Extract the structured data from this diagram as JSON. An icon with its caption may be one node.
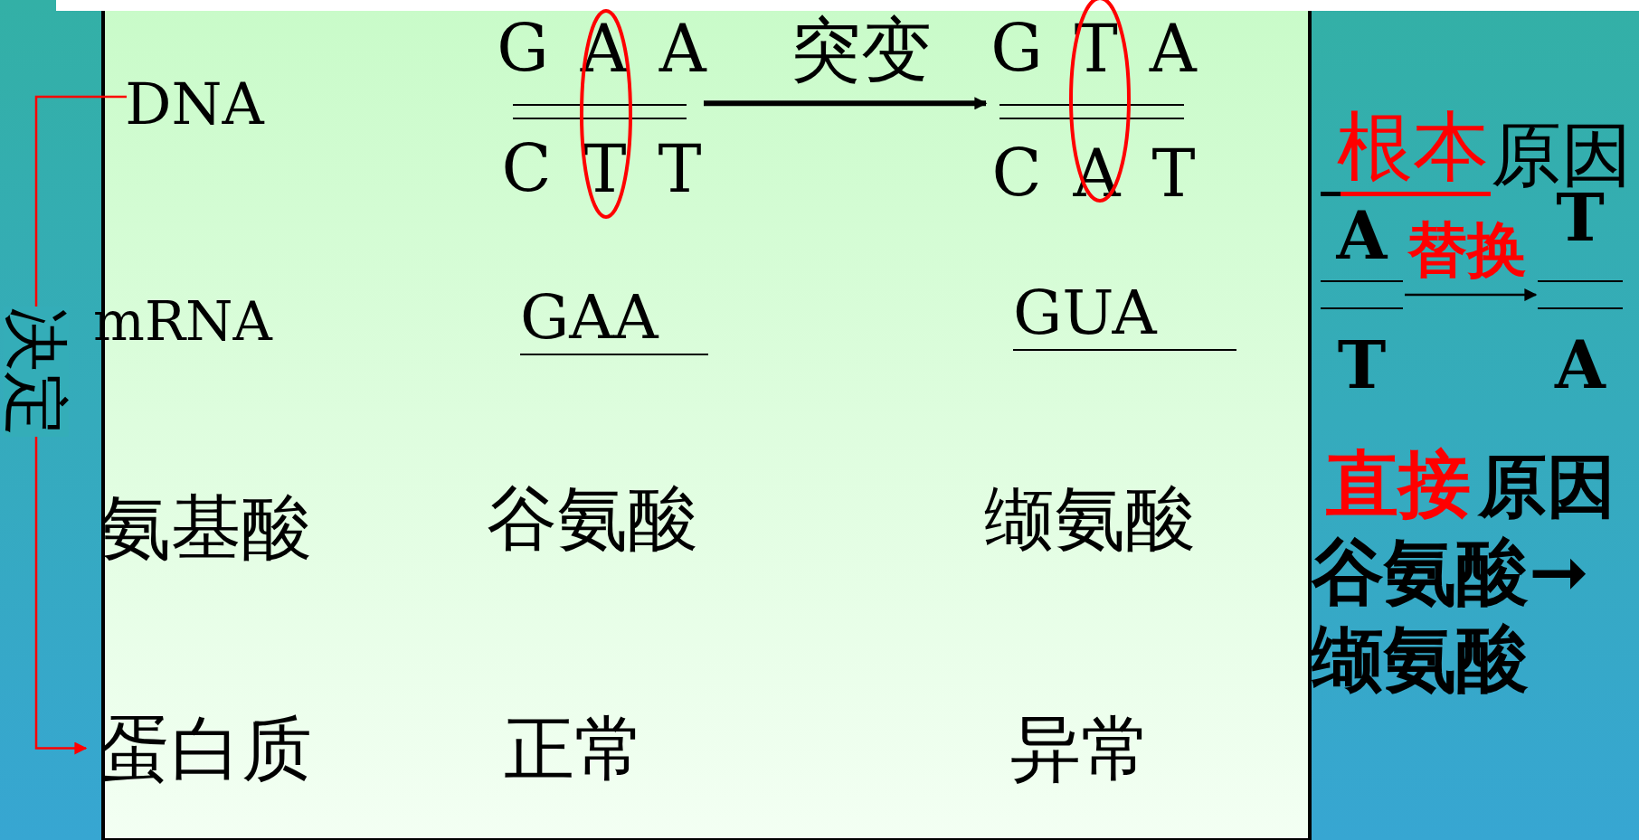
{
  "diagram": {
    "nodes": [
      {
        "text": [
          "DNA"
        ]
      },
      {
        "text": [
          "mRNA"
        ]
      },
      {
        "text": [
          "氨基酸"
        ]
      },
      {
        "text": [
          "蛋白质"
        ]
      },
      {
        "text": [
          "G A A",
          "C T T"
        ]
      },
      {
        "text": [
          "G T A",
          "C A T"
        ]
      },
      {
        "text": [
          "GAA"
        ]
      },
      {
        "text": [
          "GUA"
        ]
      },
      {
        "text": [
          "谷氨酸"
        ]
      },
      {
        "text": [
          "缬氨酸"
        ]
      },
      {
        "text": [
          "正常"
        ]
      },
      {
        "text": [
          "异常"
        ]
      },
      {
        "text": [
          "A",
          "T"
        ]
      },
      {
        "text": [
          "T",
          "A"
        ]
      }
    ],
    "edges": [
      {
        "from": 0,
        "to": 3,
        "arrow": "to",
        "label": "决定",
        "color": "#ff0000"
      },
      {
        "from": 4,
        "to": 5,
        "arrow": "to",
        "label": "突变",
        "style": "thick"
      },
      {
        "from": 12,
        "to": 13,
        "arrow": "to",
        "label": "替换"
      }
    ],
    "labels": [
      "根本",
      "原因",
      "直接",
      "原因",
      "谷氨酸➞缬氨酸"
    ]
  }
}
